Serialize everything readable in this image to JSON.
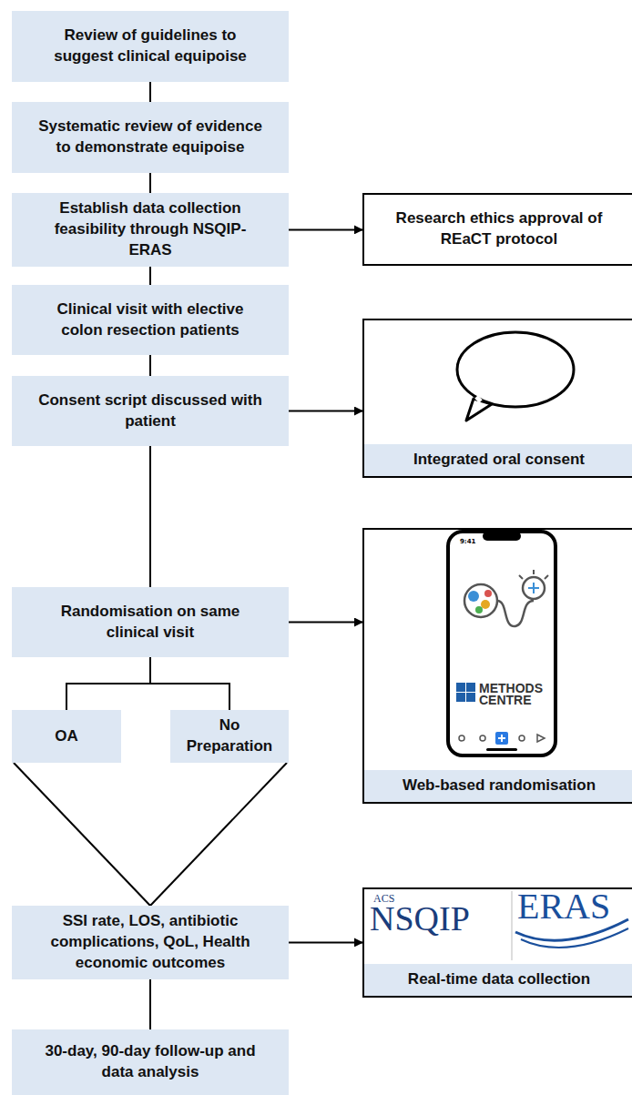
{
  "diagram": {
    "nodes": [
      {
        "text": [
          "Review of guidelines to suggest clinical equipoise"
        ]
      },
      {
        "text": [
          "Systematic review of evidence to demonstrate equipoise"
        ]
      },
      {
        "text": [
          "Establish data collection feasibility through NSQIP-ERAS"
        ]
      },
      {
        "text": [
          "Research ethics approval of REaCT protocol"
        ]
      },
      {
        "text": [
          "Clinical visit with elective colon resection patients"
        ]
      },
      {
        "text": [
          "Consent script discussed with patient"
        ]
      },
      {
        "text": [
          "Integrated oral consent"
        ]
      },
      {
        "text": [
          "Randomisation on same clinical visit"
        ]
      },
      {
        "text": [
          "Web-based randomisation"
        ]
      },
      {
        "text": [
          "OA"
        ]
      },
      {
        "text": [
          "No Preparation"
        ]
      },
      {
        "text": [
          "SSI rate, LOS, antibiotic complications, QoL, Health economic outcomes"
        ]
      },
      {
        "text": [
          "Real-time data collection"
        ]
      },
      {
        "text": [
          "30-day, 90-day follow-up and data analysis"
        ]
      }
    ],
    "edges": [
      {
        "from": 0,
        "to": 1,
        "arrow": "none"
      },
      {
        "from": 1,
        "to": 2,
        "arrow": "none"
      },
      {
        "from": 2,
        "to": 3,
        "arrow": "to"
      },
      {
        "from": 2,
        "to": 4,
        "arrow": "none"
      },
      {
        "from": 4,
        "to": 5,
        "arrow": "none"
      },
      {
        "from": 5,
        "to": 6,
        "arrow": "to"
      },
      {
        "from": 5,
        "to": 7,
        "arrow": "none"
      },
      {
        "from": 7,
        "to": 8,
        "arrow": "to"
      },
      {
        "from": 7,
        "to": 9,
        "arrow": "none"
      },
      {
        "from": 7,
        "to": 10,
        "arrow": "none"
      },
      {
        "from": 9,
        "to": 11,
        "arrow": "none"
      },
      {
        "from": 10,
        "to": 11,
        "arrow": "none"
      },
      {
        "from": 11,
        "to": 12,
        "arrow": "to"
      },
      {
        "from": 11,
        "to": 13,
        "arrow": "none"
      }
    ],
    "labels": [
      "9:41",
      "METHODS",
      "CENTRE",
      "ACS",
      "NSQIP",
      "ERAS"
    ]
  }
}
